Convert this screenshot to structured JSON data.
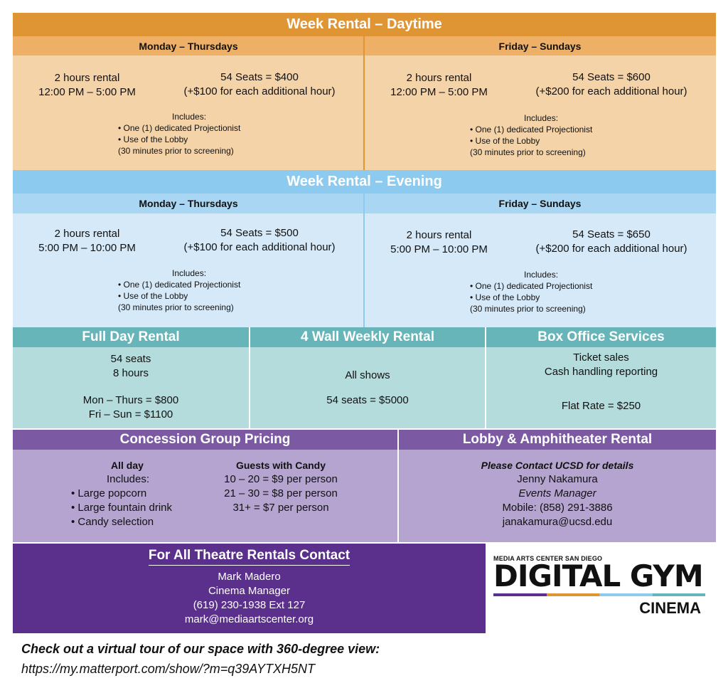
{
  "daytime": {
    "title": "Week Rental –  Daytime",
    "left": {
      "heading": "Monday – Thursdays",
      "duration": "2 hours rental",
      "hours": "12:00 PM – 5:00 PM",
      "price": "54 Seats = $400",
      "extra": "(+$100 for each additional hour)",
      "includes_label": "Includes:",
      "item1": "One (1) dedicated Projectionist",
      "item2": "Use of the Lobby",
      "note": "(30 minutes prior to screening)"
    },
    "right": {
      "heading": "Friday – Sundays",
      "duration": "2 hours rental",
      "hours": "12:00 PM – 5:00 PM",
      "price": "54 Seats = $600",
      "extra": "(+$200 for each additional hour)",
      "includes_label": "Includes:",
      "item1": "One (1) dedicated Projectionist",
      "item2": "Use of the Lobby",
      "note": "(30 minutes prior to screening)"
    }
  },
  "evening": {
    "title": "Week Rental –  Evening",
    "left": {
      "heading": "Monday – Thursdays",
      "duration": "2 hours rental",
      "hours": "5:00 PM – 10:00 PM",
      "price": "54 Seats = $500",
      "extra": "(+$100 for each additional hour)",
      "includes_label": "Includes:",
      "item1": "One (1) dedicated Projectionist",
      "item2": "Use of the Lobby",
      "note": "(30 minutes prior to screening)"
    },
    "right": {
      "heading": "Friday – Sundays",
      "duration": "2 hours rental",
      "hours": "5:00 PM – 10:00 PM",
      "price": "54 Seats = $650",
      "extra": "(+$200 for each additional hour)",
      "includes_label": "Includes:",
      "item1": "One (1) dedicated Projectionist",
      "item2": "Use of the Lobby",
      "note": "(30 minutes prior to screening)"
    }
  },
  "full_day": {
    "title": "Full Day Rental",
    "seats": "54 seats",
    "hours": "8 hours",
    "weekday": "Mon – Thurs = $800",
    "weekend": "Fri – Sun = $1100"
  },
  "four_wall": {
    "title": "4 Wall Weekly Rental",
    "shows": "All shows",
    "price": "54 seats = $5000"
  },
  "box_office": {
    "title": "Box Office Services",
    "line1": "Ticket sales",
    "line2": "Cash handling reporting",
    "rate": "Flat Rate = $250"
  },
  "concession": {
    "title": "Concession Group Pricing",
    "all_day_heading": "All day",
    "includes_label": "Includes:",
    "items": [
      "Large popcorn",
      "Large fountain drink",
      "Candy selection"
    ],
    "guests_heading": "Guests with Candy",
    "tiers": [
      "10 – 20 = $9 per person",
      "21 – 30 = $8 per person",
      "31+ = $7 per person"
    ]
  },
  "lobby": {
    "title": "Lobby & Amphitheater Rental",
    "contact_note": "Please Contact UCSD for details",
    "name": "Jenny Nakamura",
    "role": "Events Manager",
    "phone": "Mobile: (858) 291-3886",
    "email": "janakamura@ucsd.edu"
  },
  "contact": {
    "title": "For All Theatre Rentals Contact",
    "name": "Mark Madero",
    "role": "Cinema Manager",
    "phone": "(619) 230-1938 Ext 127",
    "email": "mark@mediaartscenter.org"
  },
  "logo": {
    "top_text": "MEDIA ARTS CENTER SAN DIEGO",
    "main_text": "DIGITAL GYM",
    "sub_text": "CINEMA",
    "stripe_colors": [
      "#5b2f8c",
      "#e09535",
      "#8ccaef",
      "#67b5b8"
    ]
  },
  "footer": {
    "tour_text": "Check out a virtual tour of our space with 360-degree view:",
    "url": "https://my.matterport.com/show/?m=q39AYTXH5NT"
  }
}
